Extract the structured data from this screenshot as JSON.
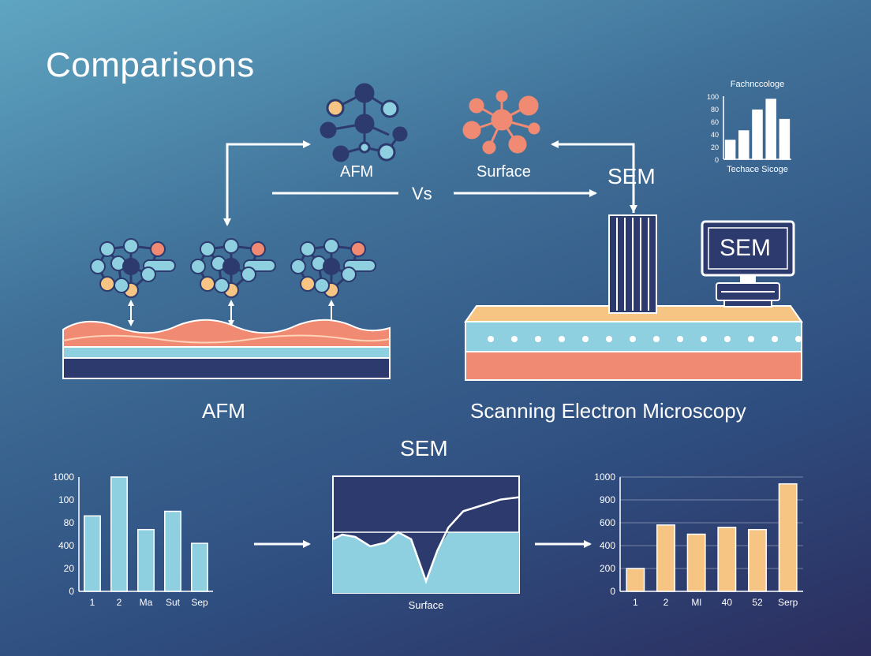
{
  "page": {
    "title": "Comparisons",
    "top_network_left_label": "AFM",
    "top_network_right_label": "Surface",
    "vs_label": "Vs",
    "sem_top_label": "SEM",
    "monitor_label": "SEM",
    "afm_label": "AFM",
    "sem_full_label": "Scanning Electron Microscopy",
    "bottom_section_label": "SEM",
    "surface_chart_label": "Surface"
  },
  "colors": {
    "salmon": "#f08a73",
    "light_blue": "#8fd0e0",
    "navy": "#2c3a6e",
    "peach": "#f6c483",
    "white": "#ffffff"
  },
  "chart_data": [
    {
      "type": "bar",
      "title": "Fachnccologe",
      "xlabel": "Techace Sicoge",
      "ylabel": "",
      "yticks": [
        "0",
        "20",
        "40",
        "60",
        "80",
        "100"
      ],
      "ylim": [
        0,
        100
      ],
      "values": [
        30,
        45,
        78,
        95,
        63
      ],
      "bar_color": "#ffffff",
      "grid": false
    },
    {
      "type": "bar",
      "categories": [
        "1",
        "2",
        "Ma",
        "Sut",
        "Sep"
      ],
      "yticks": [
        "0",
        "20",
        "400",
        "80",
        "100",
        "1000"
      ],
      "ylim": [
        0,
        5
      ],
      "values": [
        3.3,
        5.0,
        2.7,
        3.5,
        2.1
      ],
      "bar_color": "#8fd0e0",
      "grid": false
    },
    {
      "type": "area",
      "xlabel": "Surface",
      "ylim": [
        0,
        1
      ],
      "x": [
        0,
        0.05,
        0.12,
        0.2,
        0.28,
        0.35,
        0.42,
        0.5,
        0.56,
        0.62,
        0.7,
        0.8,
        0.9,
        1.0
      ],
      "values": [
        0.46,
        0.5,
        0.48,
        0.4,
        0.43,
        0.52,
        0.46,
        0.1,
        0.36,
        0.56,
        0.7,
        0.75,
        0.8,
        0.82
      ],
      "baseline": 0.52,
      "fill_color": "#8fd0e0",
      "grid": false
    },
    {
      "type": "bar",
      "categories": [
        "1",
        "2",
        "Ml",
        "40",
        "52",
        "Serp"
      ],
      "yticks": [
        "0",
        "200",
        "400",
        "600",
        "900",
        "1000"
      ],
      "ylim": [
        0,
        1000
      ],
      "values": [
        200,
        580,
        500,
        560,
        540,
        940
      ],
      "bar_color": "#f6c483",
      "grid": true
    }
  ]
}
